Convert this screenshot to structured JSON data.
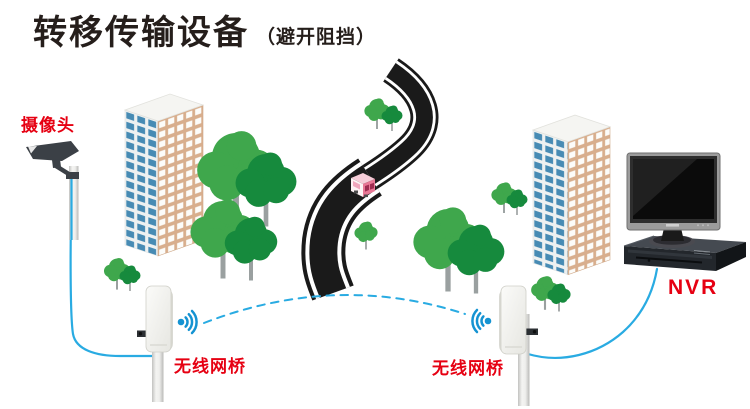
{
  "page": {
    "title": "转移传输设备",
    "subtitle": "（避开阻挡）"
  },
  "labels": {
    "camera": "摄像头",
    "wireless_bridge_left": "无线网桥",
    "wireless_bridge_right": "无线网桥",
    "nvr": "NVR"
  },
  "colors": {
    "title_text": "#251e1b",
    "label_red": "#e60012",
    "cable_blue": "#29abe2",
    "wifi_blue": "#1593d2",
    "wireless_link_blue": "#29abe2",
    "tree_light_green": "#3fa74c",
    "tree_dark_green": "#168a3d",
    "building_wall_tan": "#d8ae8d",
    "building_window_blue": "#478bb4",
    "road_black": "#1a1a1a",
    "bus_pink": "#e87795",
    "device_dark_gray": "#33383d"
  },
  "icons": {
    "camera": "cctv-camera-icon",
    "wireless_bridge": "wireless-bridge-antenna-icon",
    "wifi_signal": "wifi-signal-icon",
    "building": "building-icon",
    "tree": "tree-icon",
    "road": "road-icon",
    "bus": "bus-icon",
    "monitor": "monitor-icon",
    "nvr_box": "nvr-box-icon",
    "cable": "network-cable",
    "wireless_link": "wireless-link-dashed-arc"
  }
}
